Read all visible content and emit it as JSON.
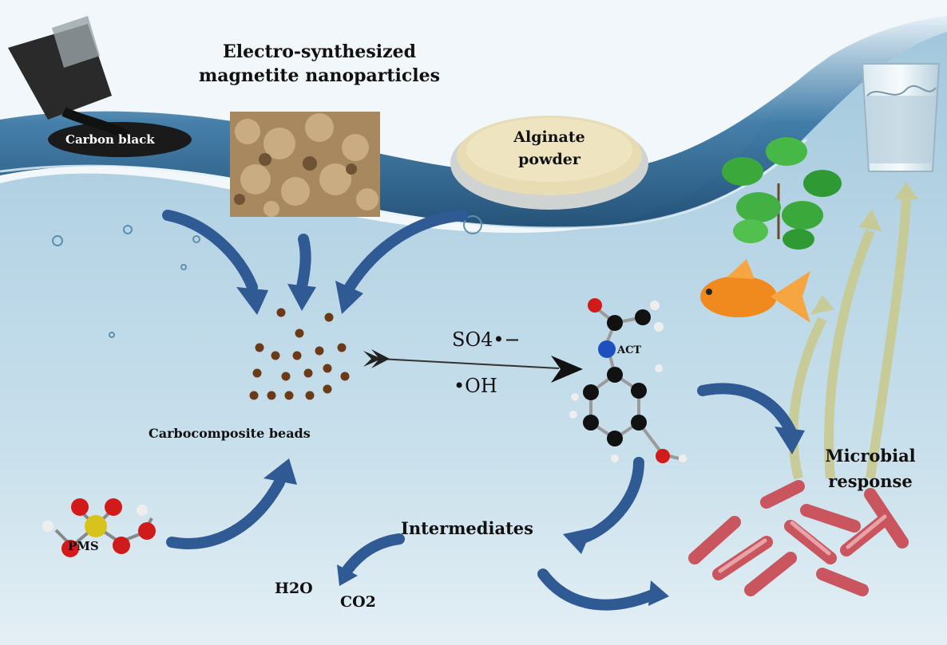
{
  "labels": {
    "title_line1": "Electro-synthesized",
    "title_line2": "magnetite nanoparticles",
    "carbon_black": "Carbon black",
    "alginate_line1": "Alginate",
    "alginate_line2": "powder",
    "beads": "Carbocomposite beads",
    "pms": "PMS",
    "sulfate_radical": "SO4•−",
    "hydroxyl_radical": "•OH",
    "act": "ACT",
    "intermediates": "Intermediates",
    "water": "H2O",
    "carbon_dioxide": "CO2",
    "microbial_line1": "Microbial",
    "microbial_line2": "response"
  },
  "colors": {
    "arrow_blue": "#2f5a94",
    "arrow_yellow": "#c9c98a",
    "bead_brown": "#6b3a16",
    "water_dark": "#1d4f78",
    "bacteria_red": "#c9565e",
    "plant_green": "#3aa83a",
    "fish_orange": "#f08a1e"
  },
  "icons": [
    "carbon-black-jar-icon",
    "magnetite-image-icon",
    "alginate-dish-icon",
    "pms-molecule-icon",
    "act-molecule-icon",
    "plant-icon",
    "fish-icon",
    "water-glass-icon",
    "bacteria-icon",
    "arrow-icon"
  ]
}
